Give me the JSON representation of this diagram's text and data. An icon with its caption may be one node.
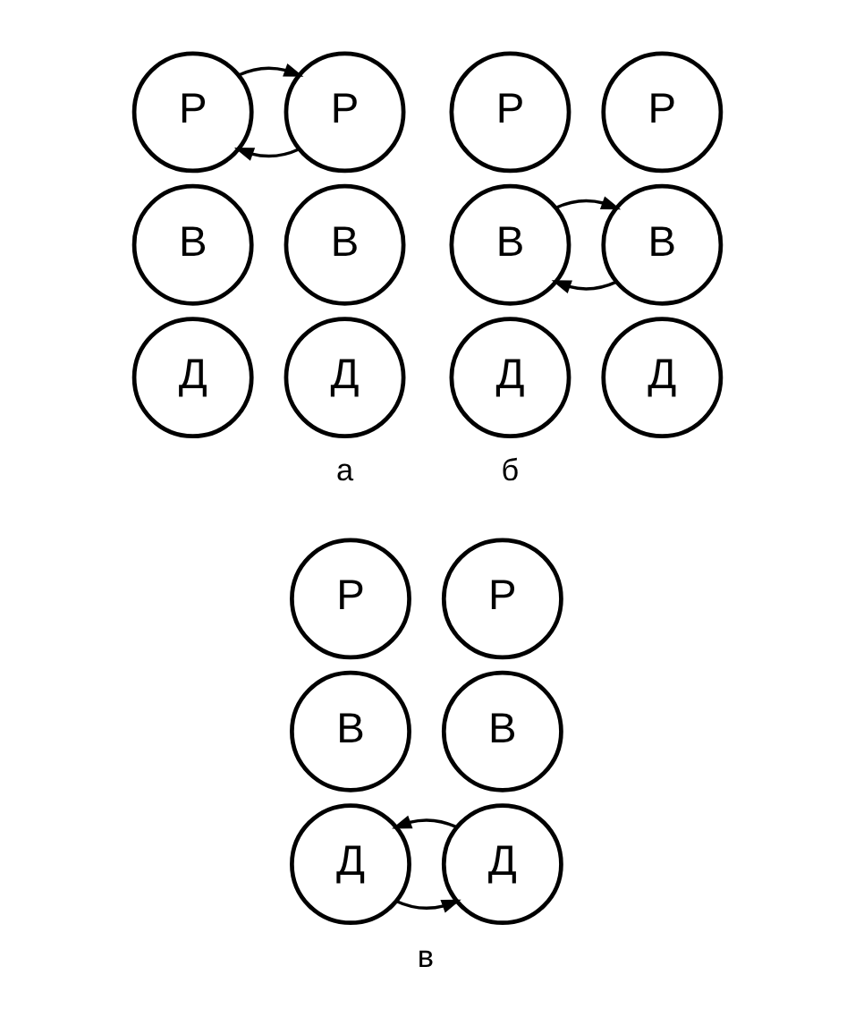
{
  "diagram": {
    "nodes": [
      {
        "text": [
          "Р"
        ]
      },
      {
        "text": [
          "В"
        ]
      },
      {
        "text": [
          "Д"
        ]
      },
      {
        "text": [
          "Р"
        ]
      },
      {
        "text": [
          "В"
        ]
      },
      {
        "text": [
          "Д"
        ]
      },
      {
        "text": [
          "Р"
        ]
      },
      {
        "text": [
          "В"
        ]
      },
      {
        "text": [
          "Д"
        ]
      },
      {
        "text": [
          "Р"
        ]
      },
      {
        "text": [
          "В"
        ]
      },
      {
        "text": [
          "Д"
        ]
      },
      {
        "text": [
          "Р"
        ]
      },
      {
        "text": [
          "В"
        ]
      },
      {
        "text": [
          "Д"
        ]
      },
      {
        "text": [
          "Р"
        ]
      },
      {
        "text": [
          "В"
        ]
      },
      {
        "text": [
          "Д"
        ]
      }
    ],
    "edges": [
      {
        "from": 0,
        "to": 3,
        "arrow": "to"
      },
      {
        "from": 3,
        "to": 0,
        "arrow": "to"
      },
      {
        "from": 7,
        "to": 10,
        "arrow": "to"
      },
      {
        "from": 10,
        "to": 7,
        "arrow": "to"
      },
      {
        "from": 14,
        "to": 17,
        "arrow": "to"
      },
      {
        "from": 17,
        "to": 14,
        "arrow": "to"
      }
    ],
    "labels": [
      "а",
      "б",
      "в"
    ]
  }
}
